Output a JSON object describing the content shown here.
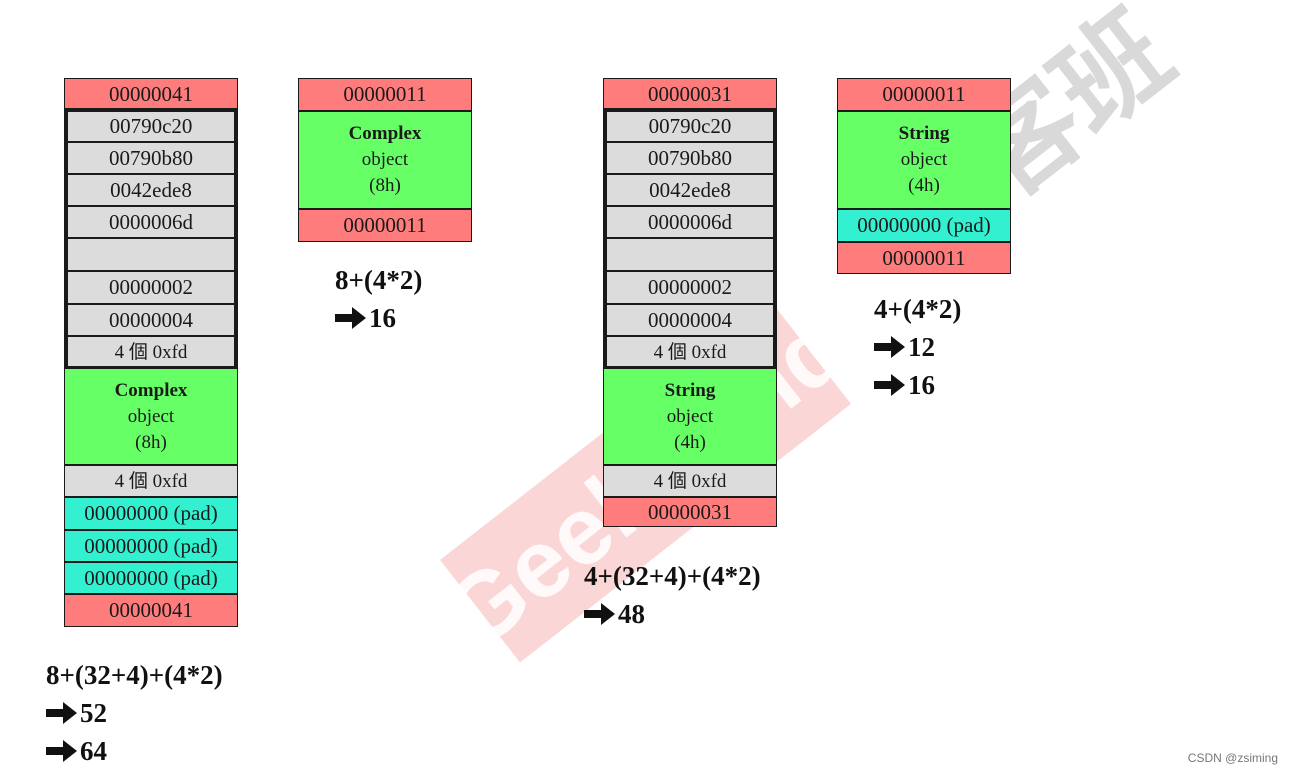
{
  "diagram_1": {
    "cells": [
      "00000041",
      "00790c20",
      "00790b80",
      "0042ede8",
      "0000006d",
      "",
      "00000002",
      "00000004",
      "4 個 0xfd"
    ],
    "object": {
      "name": "Complex",
      "kind": "object",
      "size": "(8h)"
    },
    "after": [
      "4 個 0xfd",
      "00000000 (pad)",
      "00000000 (pad)",
      "00000000 (pad)",
      "00000041"
    ],
    "formula": [
      "8+(32+4)+(4*2)",
      "52",
      "64"
    ]
  },
  "diagram_2": {
    "header": "00000011",
    "object": {
      "name": "Complex",
      "kind": "object",
      "size": "(8h)"
    },
    "footer": "00000011",
    "formula": [
      "8+(4*2)",
      "16"
    ]
  },
  "diagram_3": {
    "cells": [
      "00000031",
      "00790c20",
      "00790b80",
      "0042ede8",
      "0000006d",
      "",
      "00000002",
      "00000004",
      "4 個 0xfd"
    ],
    "object": {
      "name": "String",
      "kind": "object",
      "size": "(4h)"
    },
    "after": [
      "4 個 0xfd",
      "00000031"
    ],
    "formula": [
      "4+(32+4)+(4*2)",
      "48"
    ]
  },
  "diagram_4": {
    "header": "00000011",
    "object": {
      "name": "String",
      "kind": "object",
      "size": "(4h)"
    },
    "pad": "00000000 (pad)",
    "footer": "00000011",
    "formula": [
      "4+(4*2)",
      "12",
      "16"
    ]
  },
  "watermark": {
    "latin": "GeekBand",
    "cjk": "极客班"
  },
  "credit": "CSDN @zsiming",
  "colors": {
    "header": "#ff7c7c",
    "debug": "#dcdcdc",
    "object": "#66ff66",
    "pad": "#33f0d0"
  }
}
